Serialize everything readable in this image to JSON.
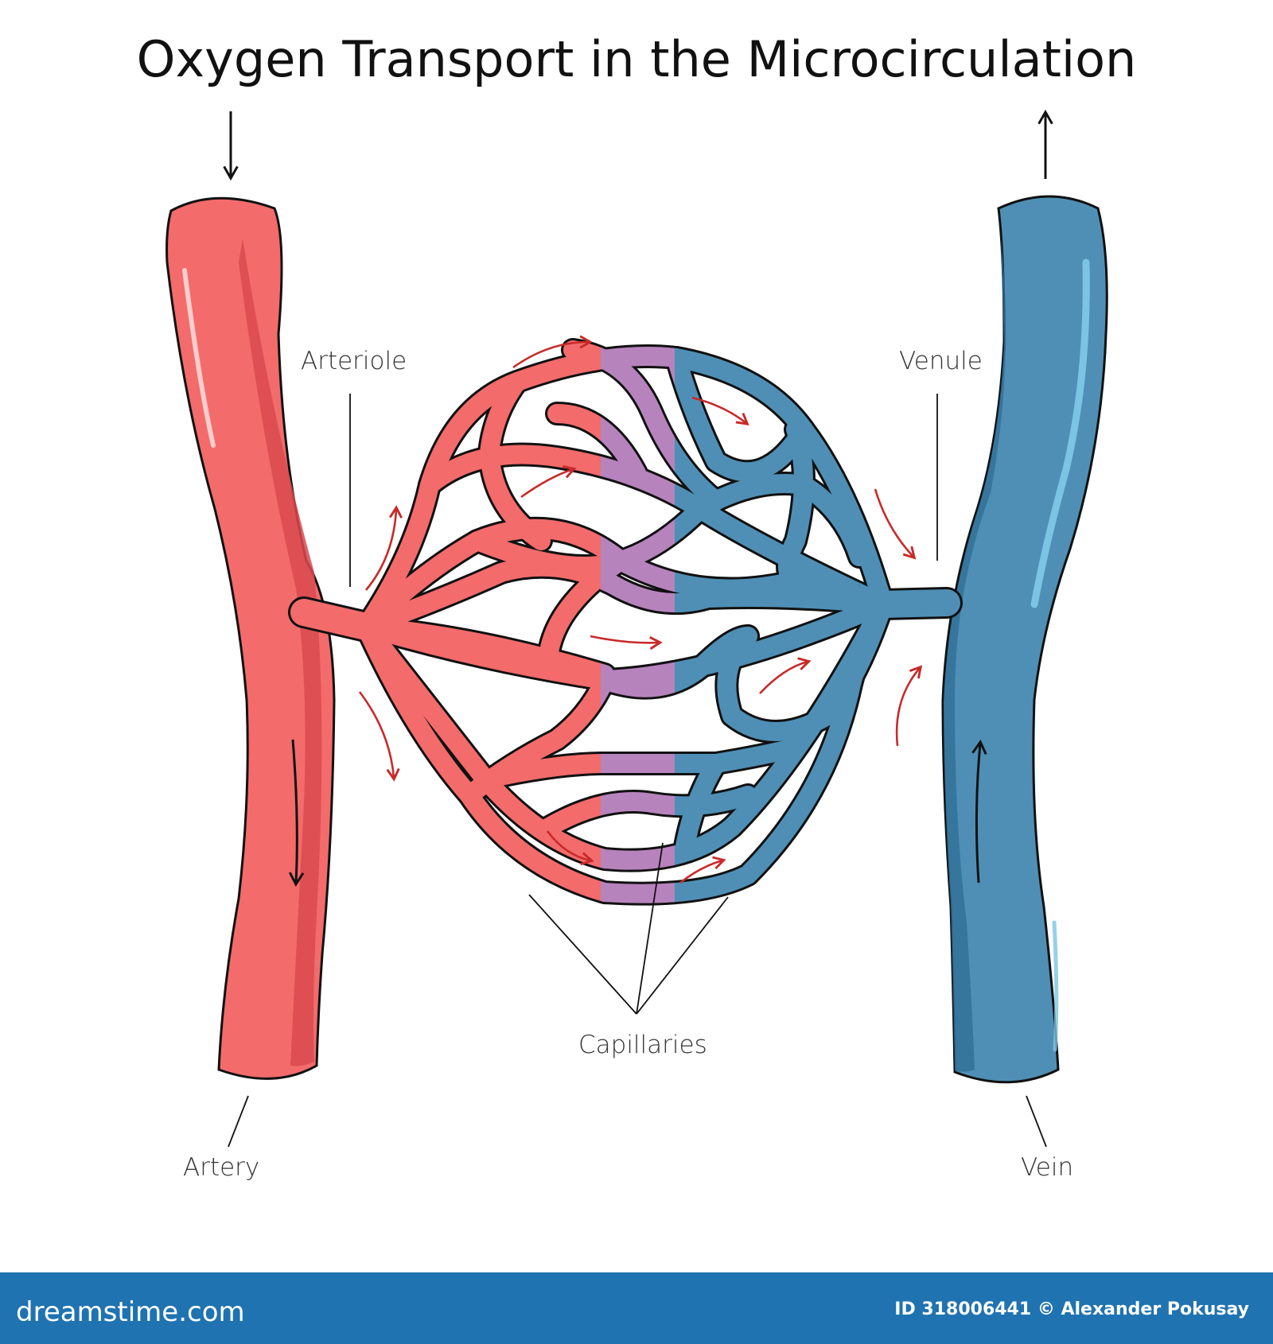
{
  "title": "Oxygen Transport in the Microcirculation",
  "labels": {
    "arteriole": "Arteriole",
    "venule": "Venule",
    "capillaries": "Capillaries",
    "artery": "Artery",
    "vein": "Vein"
  },
  "footer": {
    "brand": "dreamstime.com",
    "credit": "ID 318006441 © Alexander Pokusay"
  },
  "colors": {
    "arterial": "#f36b6b",
    "arterial_dark": "#d94a4f",
    "venous": "#4f8fb5",
    "venous_dark": "#2f6f97",
    "venous_highlight": "#7cc4e4",
    "transition": "#b783bd",
    "flow_arrow": "#c82a2a",
    "footer": "#1f73b0"
  }
}
